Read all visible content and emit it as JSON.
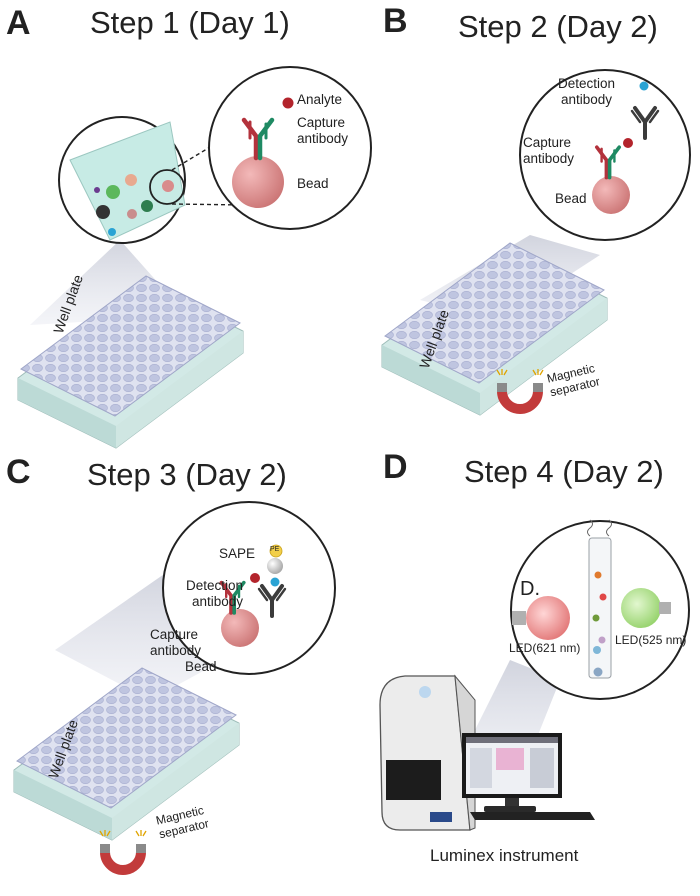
{
  "panels": {
    "a": {
      "letter": "A",
      "title": "Step 1 (Day 1)",
      "analyte": "Analyte",
      "capture": "Capture\nantibody",
      "bead": "Bead",
      "plate": "Well plate"
    },
    "b": {
      "letter": "B",
      "title": "Step 2 (Day 2)",
      "detection": "Detection\nantibody",
      "capture": "Capture\nantibody",
      "bead": "Bead",
      "plate": "Well plate",
      "magnet": "Magnetic\nseparator"
    },
    "c": {
      "letter": "C",
      "title": "Step 3 (Day 2)",
      "sape": "SAPE",
      "detection": "Detection\nantibody",
      "capture": "Capture\nantibody",
      "bead": "Bead",
      "plate": "Well plate",
      "magnet": "Magnetic\nseparator",
      "pe_tag": "PE"
    },
    "d": {
      "letter": "D",
      "title": "Step 4 (Day 2)",
      "inset_label": "D.",
      "led_red": "LED(621 nm)",
      "led_green": "LED(525 nm)",
      "instrument": "Luminex instrument"
    }
  }
}
